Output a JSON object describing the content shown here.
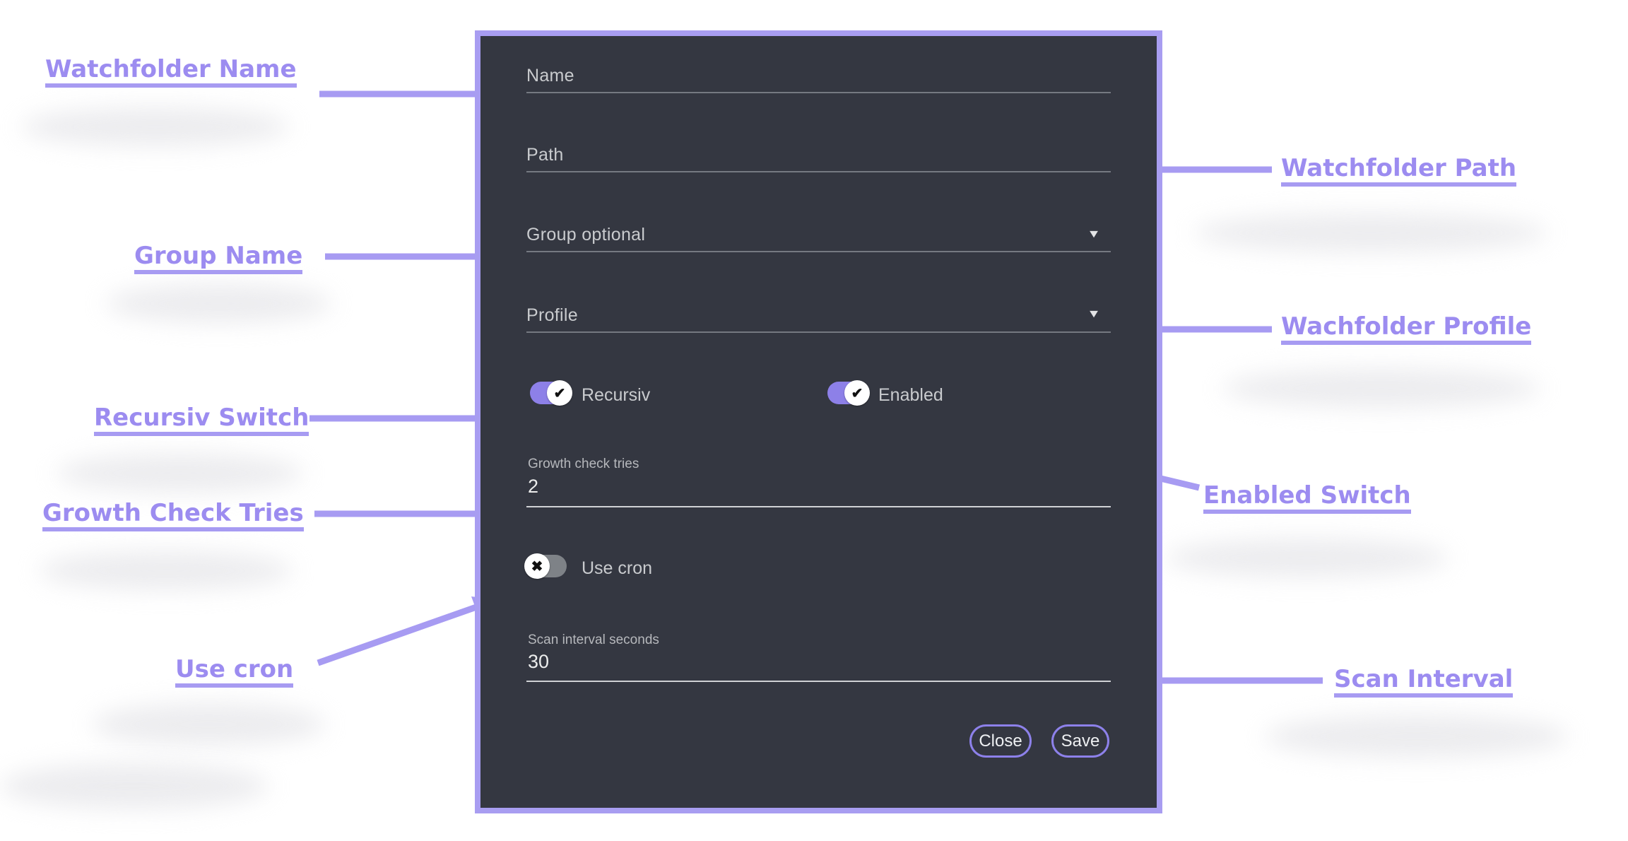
{
  "colors": {
    "page_background": "#ffffff",
    "accent_purple": "#9c8cf0",
    "arrow_purple": "#a79bf2",
    "dialog_background": "#343741",
    "dialog_border": "#a89df1",
    "field_label_gray": "#c9cbce",
    "small_label_gray": "#b6b8bc",
    "value_white": "#eceded",
    "toggle_on_purple": "#8d80e8",
    "toggle_off_gray": "#7e8287"
  },
  "icons": {
    "dropdown_caret": "▼",
    "check": "✔",
    "cross": "✖"
  },
  "dialog": {
    "fields": {
      "name": {
        "label": "Name",
        "value": ""
      },
      "path": {
        "label": "Path",
        "value": ""
      },
      "group": {
        "label": "Group optional",
        "value": ""
      },
      "profile": {
        "label": "Profile",
        "value": ""
      },
      "growth_check_tries": {
        "label": "Growth check tries",
        "value": "2"
      },
      "scan_interval_seconds": {
        "label": "Scan interval seconds",
        "value": "30"
      }
    },
    "switches": {
      "recursiv": {
        "label": "Recursiv",
        "state": "on"
      },
      "enabled": {
        "label": "Enabled",
        "state": "on"
      },
      "use_cron": {
        "label": "Use cron",
        "state": "off"
      }
    },
    "buttons": {
      "close": "Close",
      "save": "Save"
    }
  },
  "annotations": {
    "left": [
      {
        "label": "Watchfolder Name"
      },
      {
        "label": "Group Name"
      },
      {
        "label": "Recursiv Switch"
      },
      {
        "label": "Growth Check Tries"
      },
      {
        "label": "Use cron"
      }
    ],
    "right": [
      {
        "label": "Watchfolder Path"
      },
      {
        "label": "Wachfolder Profile"
      },
      {
        "label": "Enabled Switch"
      },
      {
        "label": "Scan Interval"
      }
    ]
  }
}
